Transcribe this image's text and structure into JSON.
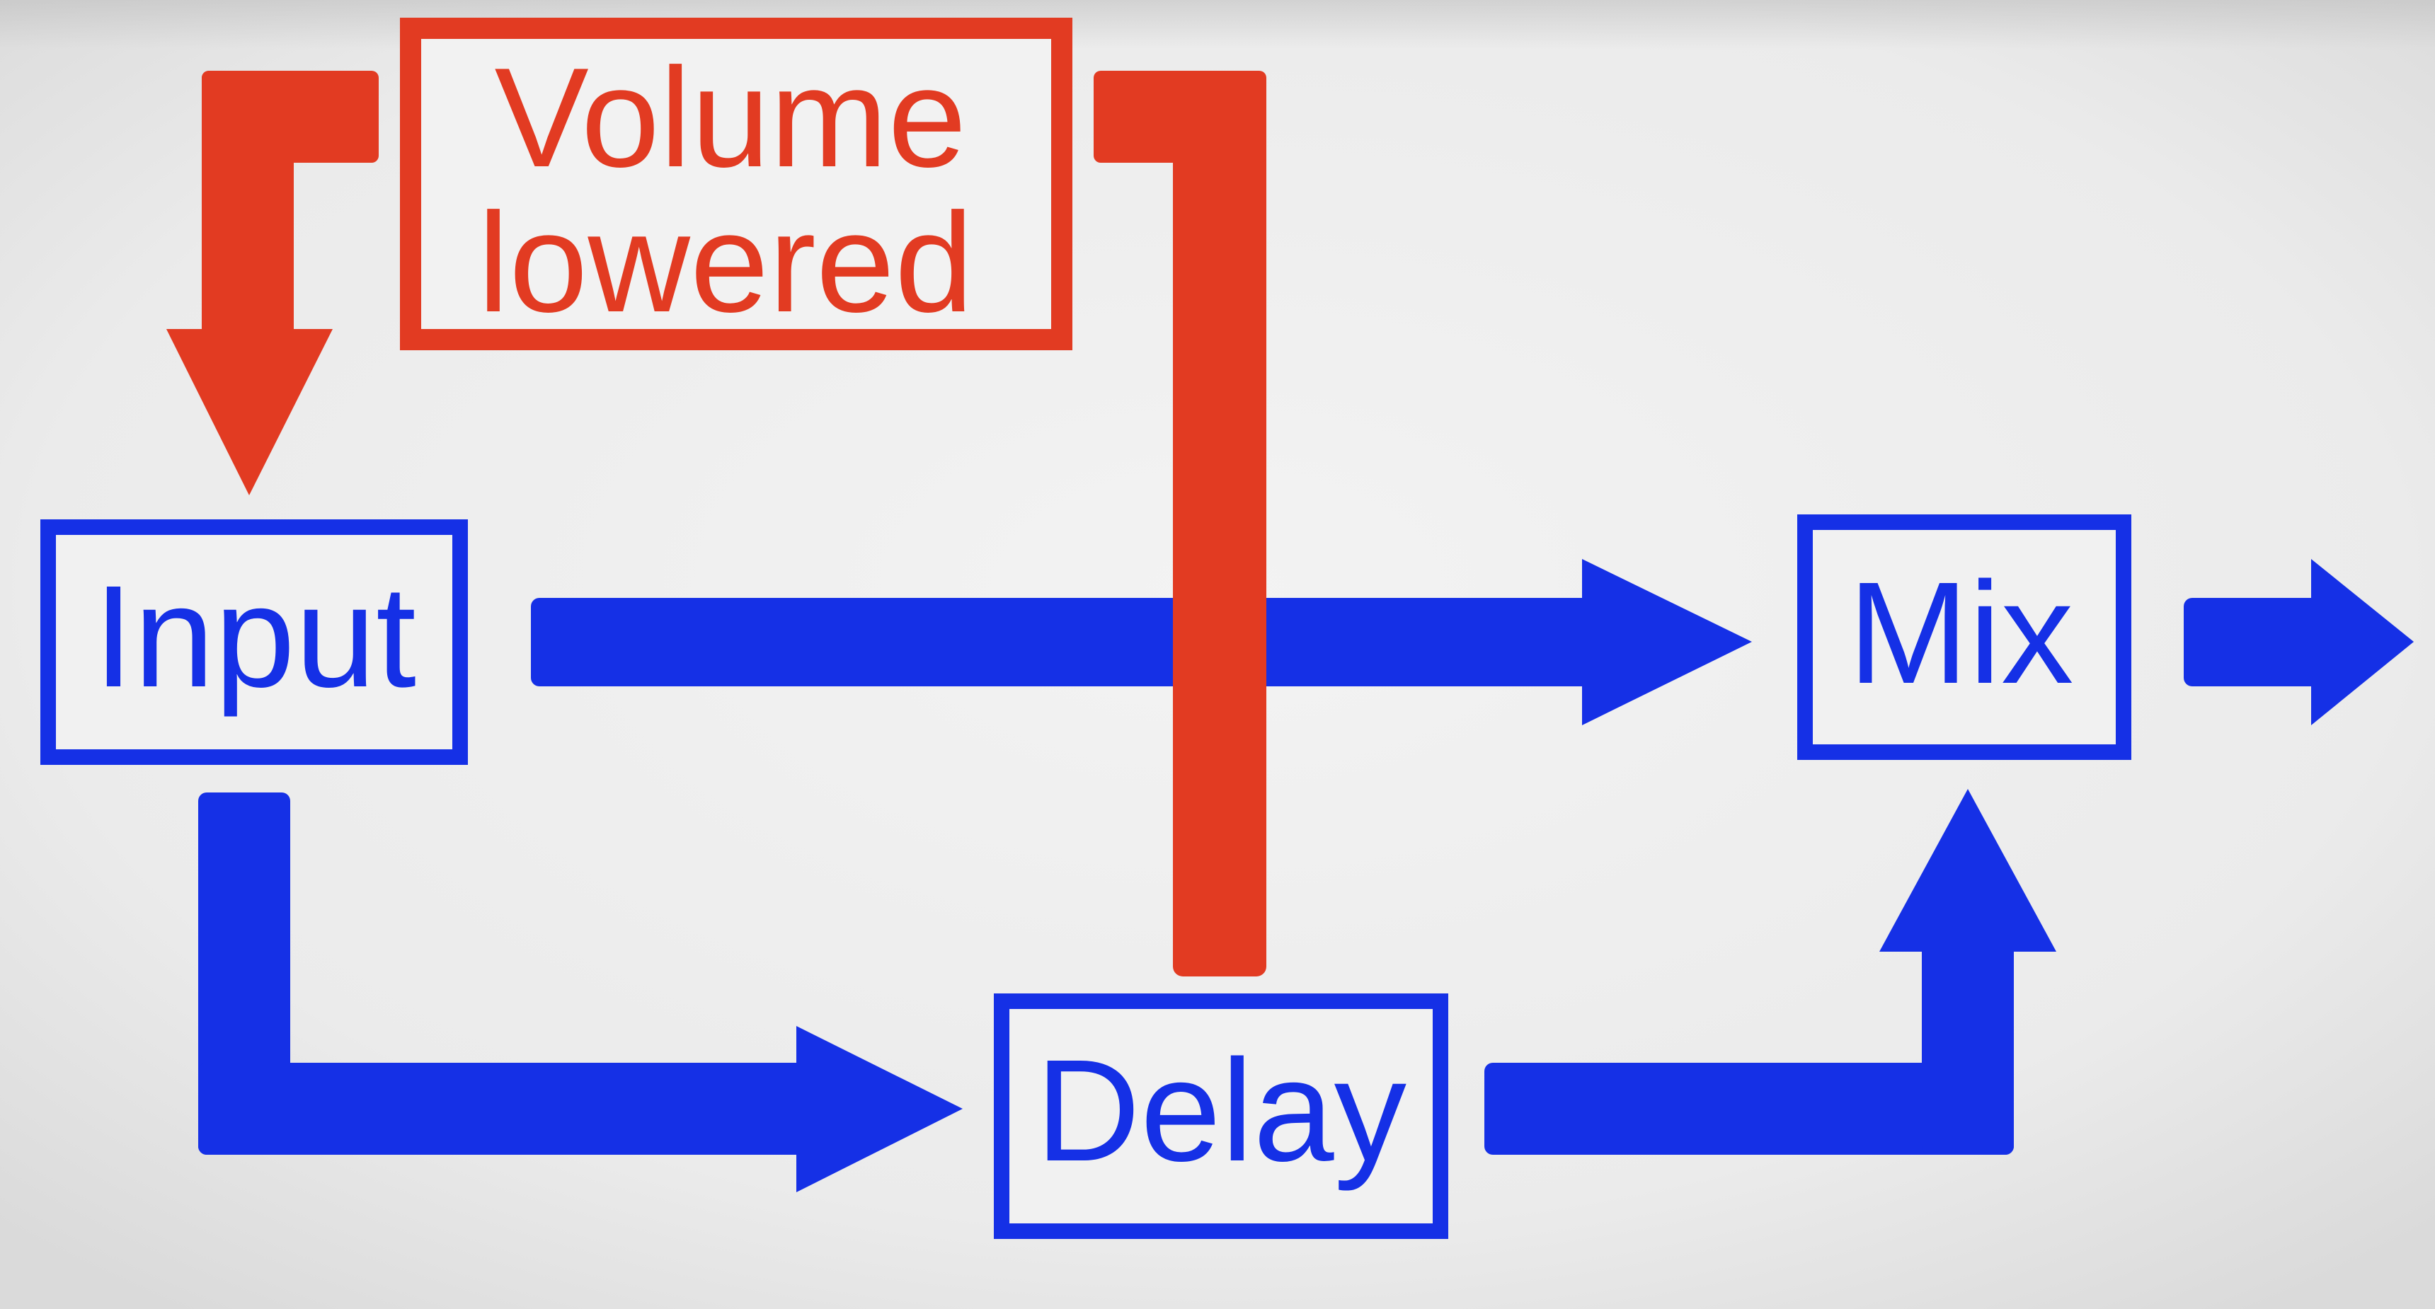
{
  "colors": {
    "background": "#ececec",
    "signal_path": "#1530e6",
    "feedback_path": "#e23b22"
  },
  "nodes": {
    "input": {
      "label": "Input"
    },
    "delay": {
      "label": "Delay"
    },
    "mix": {
      "label": "Mix"
    },
    "volume": {
      "label_line1": "Volume",
      "label_line2": "lowered"
    }
  }
}
